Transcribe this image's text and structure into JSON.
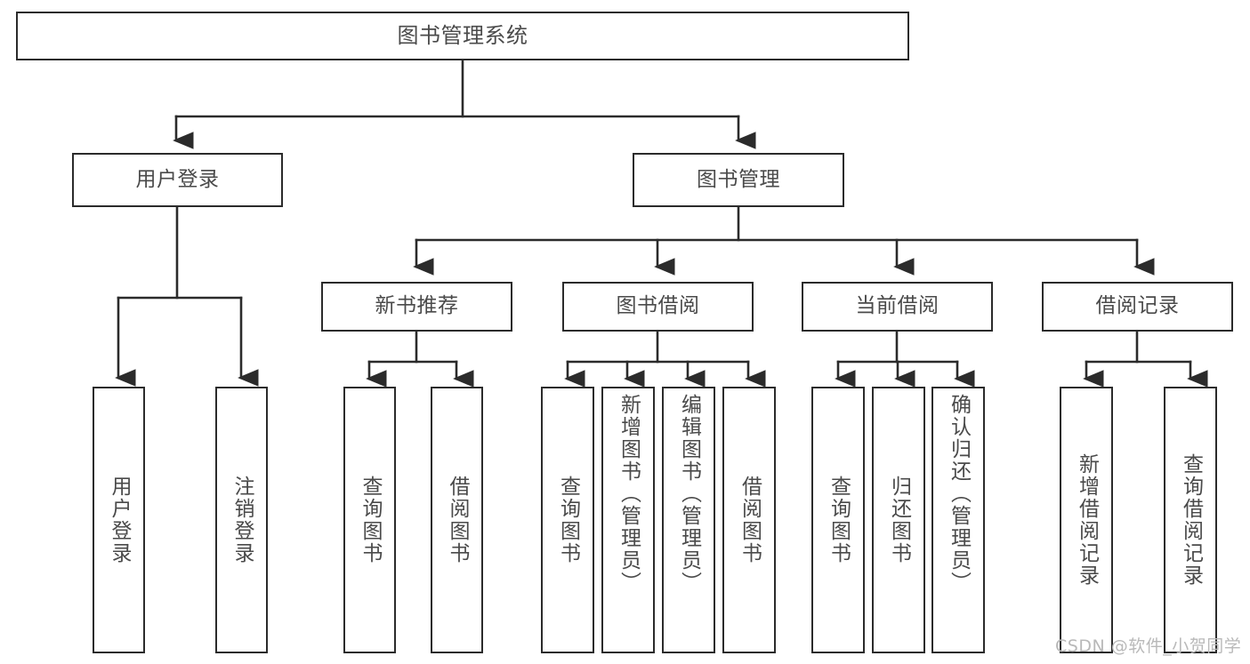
{
  "diagram": {
    "type": "tree",
    "title": "图书管理系统",
    "orientation": "top-down",
    "colors": {
      "box_border": "#2b2b2b",
      "box_fill": "#ffffff",
      "text": "#4a4a4a",
      "connector": "#2b2b2b",
      "watermark": "#b9b9b9",
      "background": "#ffffff"
    }
  },
  "root": {
    "label": "图书管理系统"
  },
  "level2": [
    {
      "label": "用户登录"
    },
    {
      "label": "图书管理"
    }
  ],
  "level3": [
    {
      "label": "新书推荐"
    },
    {
      "label": "图书借阅"
    },
    {
      "label": "当前借阅"
    },
    {
      "label": "借阅记录"
    }
  ],
  "leaves": {
    "user_login": [
      {
        "label": "用户登录"
      },
      {
        "label": "注销登录"
      }
    ],
    "new_book_recommend": [
      {
        "label": "查询图书"
      },
      {
        "label": "借阅图书"
      }
    ],
    "book_borrow": [
      {
        "label": "查询图书"
      },
      {
        "label": "新增图书（管理员）"
      },
      {
        "label": "编辑图书（管理员）"
      },
      {
        "label": "借阅图书"
      }
    ],
    "current_borrow": [
      {
        "label": "查询图书"
      },
      {
        "label": "归还图书"
      },
      {
        "label": "确认归还（管理员）"
      }
    ],
    "borrow_record": [
      {
        "label": "新增借阅记录"
      },
      {
        "label": "查询借阅记录"
      }
    ]
  },
  "watermark": {
    "text": "CSDN @软件_小贺同学"
  }
}
